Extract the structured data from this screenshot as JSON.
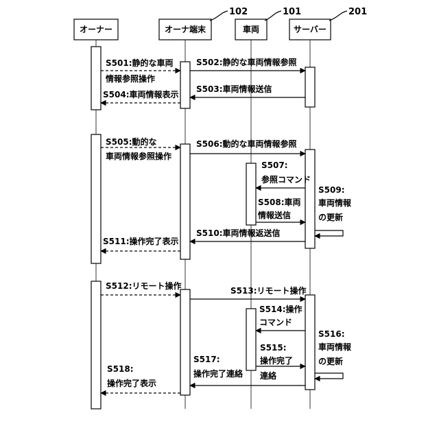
{
  "participants": {
    "owner": "オーナー",
    "terminal": "オーナ端末",
    "vehicle": "車両",
    "server": "サーバー"
  },
  "refs": {
    "terminal": "102",
    "vehicle": "101",
    "server": "201"
  },
  "messages": {
    "s501_a": "S501:静的な車両",
    "s501_b": "情報参照操作",
    "s502": "S502:静的な車両情報参照",
    "s503": "S503:車両情報送信",
    "s504": "S504:車両情報表示",
    "s505_a": "S505:動的な",
    "s505_b": "車両情報参照操作",
    "s506": "S506:動的な車両情報参照",
    "s507_a": "S507:",
    "s507_b": "参照コマンド",
    "s508_a": "S508:車両",
    "s508_b": "情報送信",
    "s509_a": "S509:",
    "s509_b": "車両情報",
    "s509_c": "の更新",
    "s510": "S510:車両情報返送信",
    "s511": "S511:操作完了表示",
    "s512": "S512:リモート操作",
    "s513": "S513:リモート操作",
    "s514_a": "S514:操作",
    "s514_b": "コマンド",
    "s515_a": "S515:",
    "s515_b": "操作完了",
    "s515_c": "連絡",
    "s516_a": "S516:",
    "s516_b": "車両情報",
    "s516_c": "の更新",
    "s517_a": "S517:",
    "s517_b": "操作完了連絡",
    "s518_a": "S518:",
    "s518_b": "操作完了表示"
  }
}
